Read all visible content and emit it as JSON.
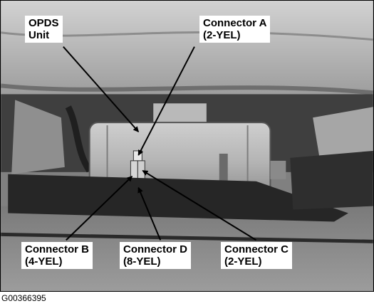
{
  "figure_id": "G00366395",
  "callouts": {
    "opds": {
      "line1": "OPDS",
      "line2": "Unit"
    },
    "connector_a": {
      "line1": "Connector A",
      "line2": "(2-YEL)"
    },
    "connector_b": {
      "line1": "Connector B",
      "line2": "(4-YEL)"
    },
    "connector_d": {
      "line1": "Connector D",
      "line2": "(8-YEL)"
    },
    "connector_c": {
      "line1": "Connector C",
      "line2": "(2-YEL)"
    }
  },
  "colors": {
    "background": "#ffffff",
    "text": "#000000"
  }
}
